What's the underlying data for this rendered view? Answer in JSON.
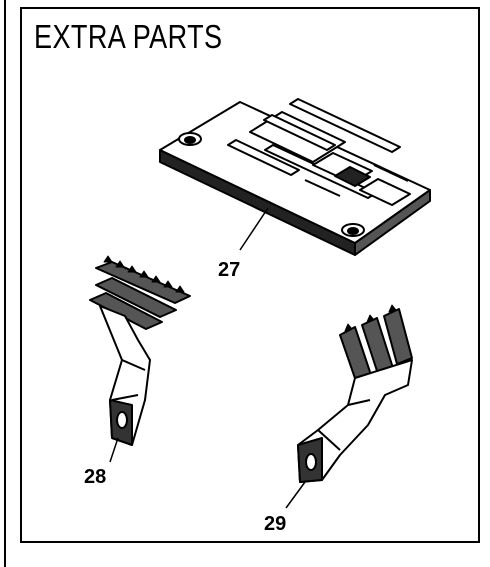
{
  "title": "EXTRA PARTS",
  "parts": [
    {
      "number": "27",
      "item": "needle-plate"
    },
    {
      "number": "28",
      "item": "feed-dog"
    },
    {
      "number": "29",
      "item": "feed-dog"
    }
  ]
}
